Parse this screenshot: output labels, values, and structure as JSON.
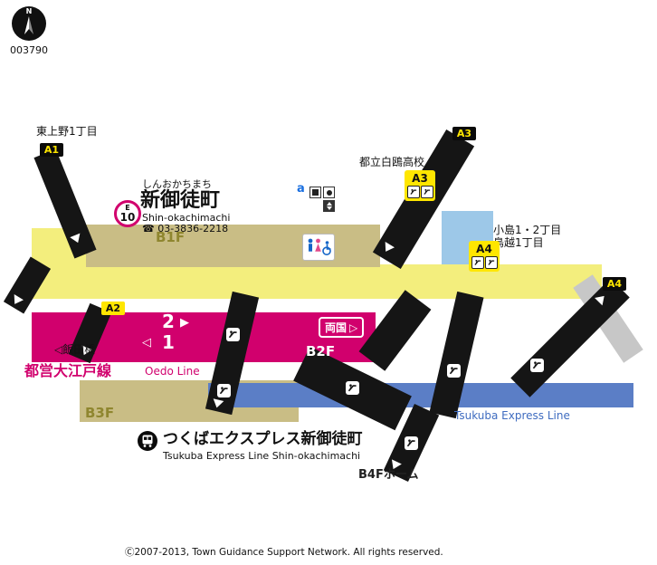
{
  "compass": {
    "label": "N",
    "map_id": "003790"
  },
  "station": {
    "kana": "しんおかちまち",
    "name": "新御徒町",
    "name_en": "Shin-okachimachi",
    "phone": "☎ 03-3836-2218",
    "line_letter": "E",
    "line_number": "10"
  },
  "exits": {
    "a1": "A1",
    "a2": "A2",
    "a3": "A3",
    "a4": "A4"
  },
  "landmarks": {
    "higashi_ueno": "東上野1丁目",
    "hakuo_hs": "都立白鴎高校",
    "kojima": "小島1・2丁目",
    "torigoe": "鳥越1丁目"
  },
  "floors": {
    "b1f": "B1F",
    "b2f": "B2F",
    "b3f": "B3F",
    "b4f": "B4Fホーム"
  },
  "oedo": {
    "line_name": "都営大江戸線",
    "line_name_en": "Oedo Line",
    "platform_upper": "2",
    "platform_lower": "1",
    "arrow_right": "▶",
    "arrow_left": "◁",
    "dir_iidabashi": "◁飯田橋",
    "dir_ryogoku": "両国",
    "badge_arrow": "▷"
  },
  "area_label": "a",
  "tsukuba": {
    "line_name_en": "Tsukuba Express Line",
    "station_name": "つくばエクスプレス新御徒町",
    "station_name_en": "Tsukuba Express Line Shin-okachimachi"
  },
  "footer": "Ⓒ2007-2013, Town Guidance Support Network. All rights reserved.",
  "colors": {
    "oedo_magenta": "#d1006d",
    "tsukuba_blue": "#5b7ec6",
    "corridor_yellow": "#f3ee7d",
    "concourse_beige": "#c9bd85",
    "exit_yellow": "#ffe600",
    "highlight_blue": "#9dc8e8"
  }
}
